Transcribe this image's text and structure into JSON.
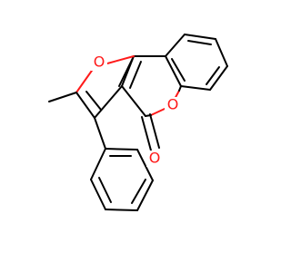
{
  "molecule": {
    "colors": {
      "bond": "#000000",
      "oxygen": "#ff1a1a",
      "background": "#ffffff"
    },
    "atoms": {
      "o_furan": "O",
      "o_lactone": "O",
      "o_carbonyl": "O"
    }
  }
}
